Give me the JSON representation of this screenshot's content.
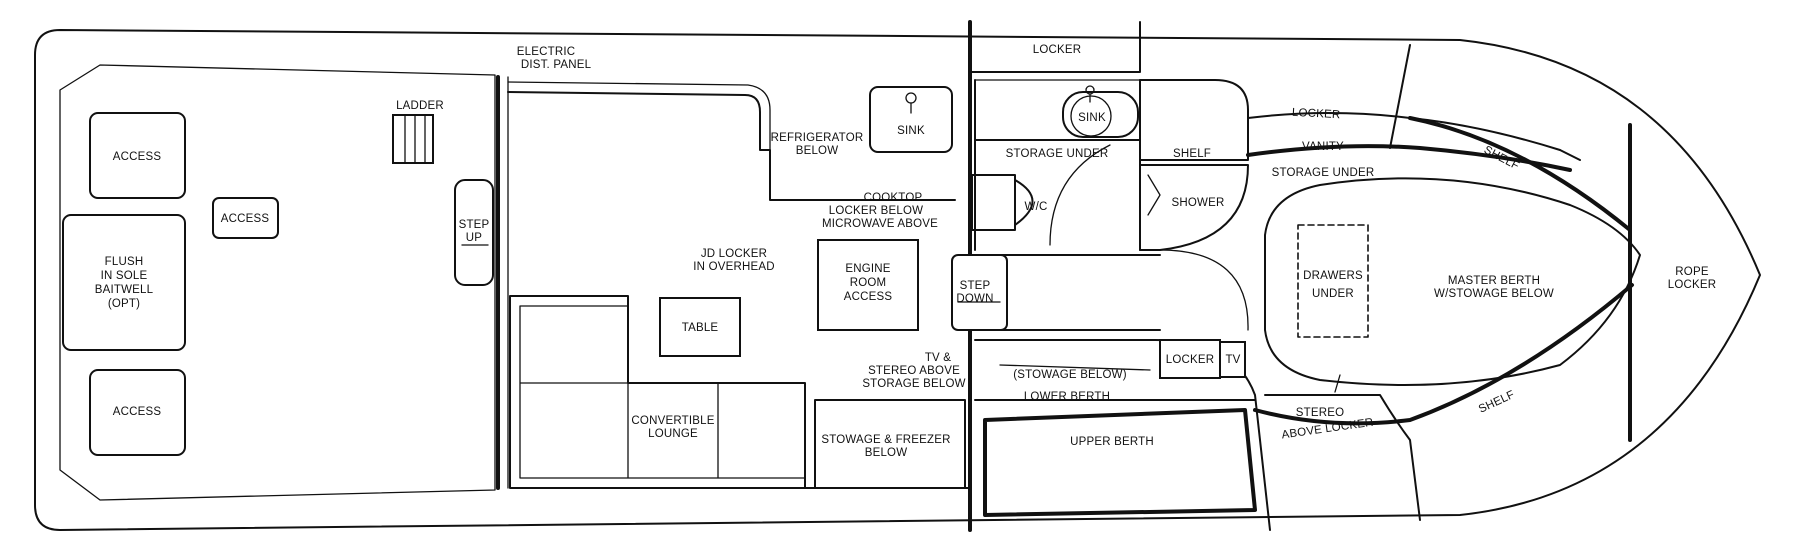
{
  "labels": {
    "access_1": "ACCESS",
    "access_2": "ACCESS",
    "access_3": "ACCESS",
    "baitwell_1": "FLUSH",
    "baitwell_2": "IN SOLE",
    "baitwell_3": "BAITWELL",
    "baitwell_4": "(OPT)",
    "ladder": "LADDER",
    "step_up_1": "STEP",
    "step_up_2": "UP",
    "electric_1": "ELECTRIC",
    "electric_2": "DIST. PANEL",
    "refrigerator_1": "REFRIGERATOR",
    "refrigerator_2": "BELOW",
    "sink_galley": "SINK",
    "cooktop_1": "COOKTOP",
    "cooktop_2": "LOCKER BELOW",
    "cooktop_3": "MICROWAVE ABOVE",
    "jd_locker_1": "JD LOCKER",
    "jd_locker_2": "IN OVERHEAD",
    "engine_1": "ENGINE",
    "engine_2": "ROOM",
    "engine_3": "ACCESS",
    "table": "TABLE",
    "lounge_1": "CONVERTIBLE",
    "lounge_2": "LOUNGE",
    "tv_stereo_1": "TV &",
    "tv_stereo_2": "STEREO ABOVE",
    "tv_stereo_3": "STORAGE BELOW",
    "stowage_freezer_1": "STOWAGE & FREEZER",
    "stowage_freezer_2": "BELOW",
    "step_down_1": "STEP",
    "step_down_2": "DOWN",
    "locker_top": "LOCKER",
    "sink_head": "SINK",
    "storage_under_head": "STORAGE UNDER",
    "wc": "W/C",
    "shelf_head": "SHELF",
    "shower": "SHOWER",
    "stowage_below": "(STOWAGE BELOW)",
    "locker_small": "LOCKER",
    "tv": "TV",
    "lower_berth": "LOWER BERTH",
    "upper_berth": "UPPER BERTH",
    "locker_fwd": "LOCKER",
    "vanity": "VANITY",
    "storage_under_fwd": "STORAGE UNDER",
    "shelf_upper": "SHELF",
    "shelf_lower": "SHELF",
    "drawers_1": "DRAWERS",
    "drawers_2": "UNDER",
    "master_1": "MASTER BERTH",
    "master_2": "W/STOWAGE BELOW",
    "stereo_1": "STEREO",
    "stereo_2": "ABOVE LOCKER",
    "rope_1": "ROPE",
    "rope_2": "LOCKER"
  }
}
